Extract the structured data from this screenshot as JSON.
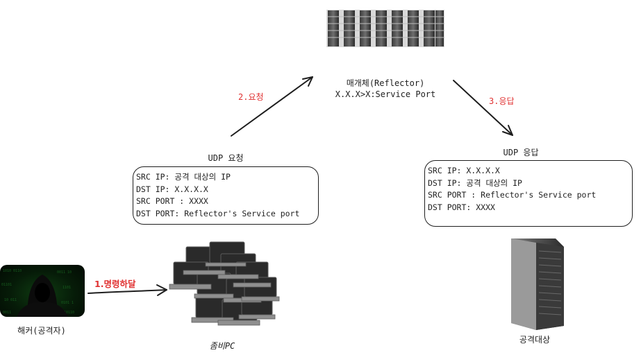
{
  "reflector": {
    "name": "매개체(Reflector)",
    "address": "X.X.X>X:Service Port"
  },
  "steps": {
    "step1": "1.명령하달",
    "step2": "2.요청",
    "step3": "3.응답"
  },
  "udp_request": {
    "title": "UDP 요청",
    "lines": [
      "SRC IP: 공격 대상의 IP",
      "DST IP: X.X.X.X",
      "SRC PORT : XXXX",
      "DST PORT: Reflector's Service port"
    ]
  },
  "udp_response": {
    "title": "UDP 응답",
    "lines": [
      "SRC IP: X.X.X.X",
      "DST IP: 공격 대상의 IP",
      "SRC PORT : Reflector's Service port",
      "DST PORT: XXXX"
    ]
  },
  "actors": {
    "hacker": "해커(공격자)",
    "zombie": "좀비PC",
    "target": "공격대상"
  },
  "colors": {
    "step_label": "#e03131",
    "stroke": "#1e1e1e"
  },
  "icons": {
    "reflector": "server-rack-icon",
    "hacker": "hooded-hacker-icon",
    "zombie": "laptop-cluster-icon",
    "target": "tower-server-icon"
  }
}
